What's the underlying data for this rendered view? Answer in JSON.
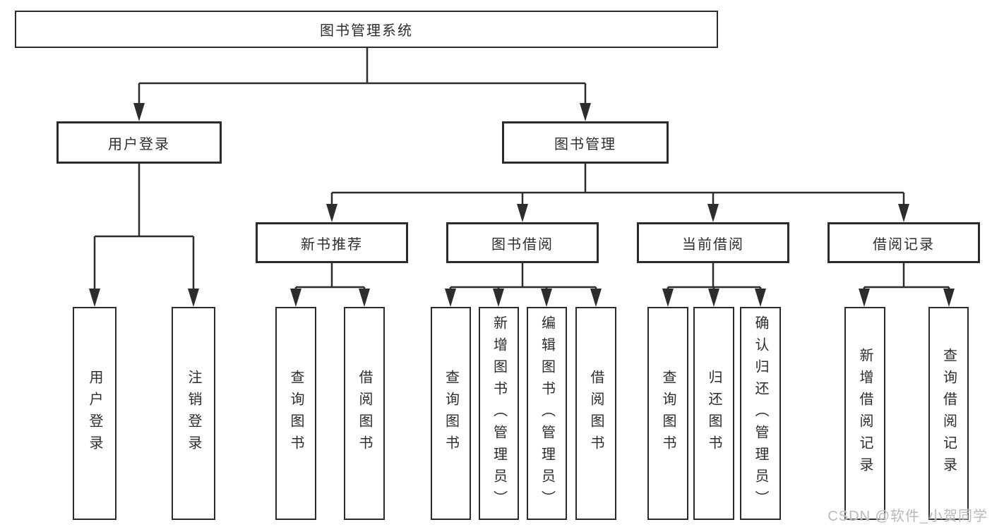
{
  "diagram": {
    "title": "图书管理系统",
    "level2": {
      "user_login": "用户登录",
      "book_mgmt": "图书管理"
    },
    "level3": {
      "new_books": "新书推荐",
      "borrowing": "图书借阅",
      "current": "当前借阅",
      "records": "借阅记录"
    },
    "leaves": {
      "user_login": [
        "用户登录",
        "注销登录"
      ],
      "new_books": [
        "查询图书",
        "借阅图书"
      ],
      "borrowing": [
        "查询图书",
        "新增图书（管理员）",
        "编辑图书（管理员）",
        "借阅图书"
      ],
      "current": [
        "查询图书",
        "归还图书",
        "确认归还（管理员）"
      ],
      "records": [
        "新增借阅记录",
        "查询借阅记录"
      ]
    }
  },
  "watermark": "CSDN @软件_小贺同学",
  "colors": {
    "line": "#2d2d2d",
    "box_border": "#2b2b2b",
    "text": "#2d2d2d",
    "watermark_text": "#b9b9b9",
    "background": "#ffffff"
  }
}
